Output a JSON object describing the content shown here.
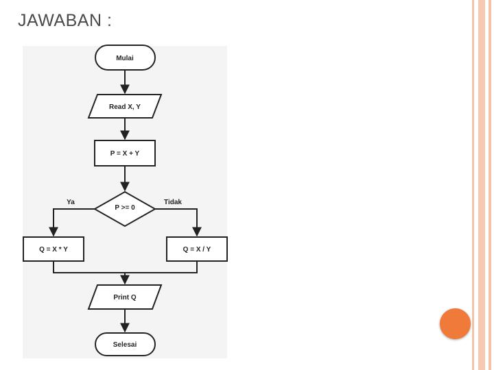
{
  "slide": {
    "title": "JAWABAN :",
    "accent_color": "#f07a3a",
    "border_color": "#f5c1a8"
  },
  "flowchart": {
    "nodes": {
      "start": "Mulai",
      "input": "Read X, Y",
      "assign": "P = X + Y",
      "decision": "P >= 0",
      "true_branch": "Q = X * Y",
      "false_branch": "Q = X / Y",
      "output": "Print Q",
      "end": "Selesai"
    },
    "edge_labels": {
      "yes": "Ya",
      "no": "Tidak"
    }
  }
}
